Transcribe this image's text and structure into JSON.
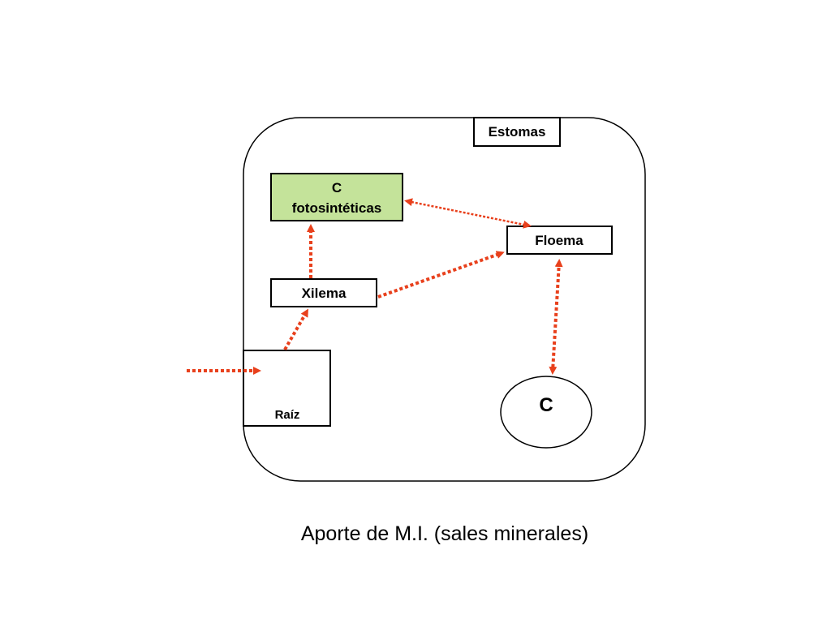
{
  "diagram": {
    "containers": {
      "estomas": "Estomas",
      "c_fotosinteticas_line1": "C",
      "c_fotosinteticas_line2": "fotosintéticas",
      "floema": "Floema",
      "xilema": "Xilema",
      "raiz": "Raíz",
      "c_sink": "C"
    },
    "caption": "Aporte de M.I. (sales minerales)"
  },
  "colors": {
    "arrow": "#e8401c",
    "c_fotosinteticas_fill": "#c4e39a",
    "outline": "#000000",
    "background": "#ffffff"
  }
}
